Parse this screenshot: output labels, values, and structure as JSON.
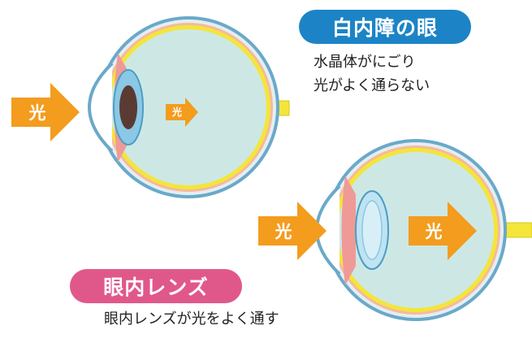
{
  "labels": {
    "cataract_title": "白内障の眼",
    "cataract_caption_1": "水晶体がにごり",
    "cataract_caption_2": "光がよく通らない",
    "iol_title": "眼内レンズ",
    "iol_caption": "眼内レンズが光をよく通す",
    "light": "光"
  },
  "colors": {
    "cataract_badge": "#1c84c6",
    "iol_badge": "#e0588a",
    "light_arrow": "#f39c1e",
    "eye_fill": "#cde8e4",
    "sclera_outer": "#6aa9c9",
    "retina": "#f4e53a",
    "optic_nerve": "#f4e53a",
    "ciliary": "#ef9a96",
    "cornea": "#ffffff",
    "lens": "#8ac8e6",
    "lens_clear": "#bfe3f1",
    "clouded_lens": "#5a3b33"
  }
}
